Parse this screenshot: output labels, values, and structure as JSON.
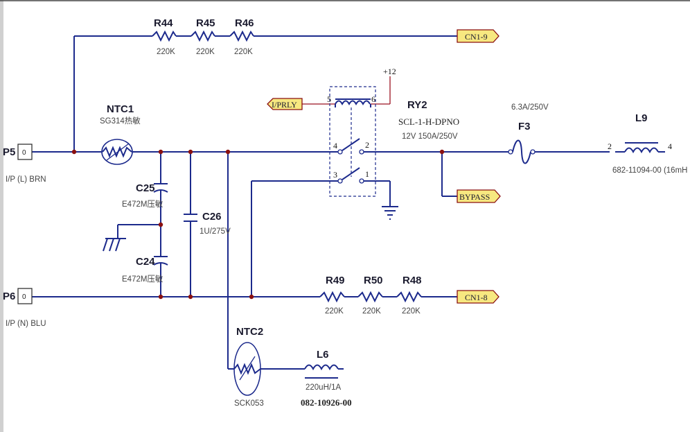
{
  "colors": {
    "wire": "#1c2a8c",
    "junction": "#8a1010",
    "flag_fill": "#f7e880",
    "text": "#222222"
  },
  "ports": {
    "p5": {
      "ref": "P5",
      "pin": "0",
      "desc": "I/P (L) BRN"
    },
    "p6": {
      "ref": "P6",
      "pin": "0",
      "desc": "I/P (N) BLU"
    }
  },
  "resistors": [
    {
      "ref": "R44",
      "value": "220K"
    },
    {
      "ref": "R45",
      "value": "220K"
    },
    {
      "ref": "R46",
      "value": "220K"
    },
    {
      "ref": "R49",
      "value": "220K"
    },
    {
      "ref": "R50",
      "value": "220K"
    },
    {
      "ref": "R48",
      "value": "220K"
    }
  ],
  "ntc1": {
    "ref": "NTC1",
    "value": "SG314热敏"
  },
  "ntc2": {
    "ref": "NTC2",
    "value": "SCK053"
  },
  "capacitors": {
    "c25": {
      "ref": "C25",
      "value": "E472M压敏"
    },
    "c24": {
      "ref": "C24",
      "value": "E472M压敏"
    },
    "c26": {
      "ref": "C26",
      "value": "1U/275V"
    }
  },
  "relay": {
    "ref": "RY2",
    "part": "SCL-1-H-DPNO",
    "rating": "12V 150A/250V",
    "supply": "+12",
    "pins": {
      "p5": "5",
      "p6": "6",
      "p4": "4",
      "p2": "2",
      "p3": "3",
      "p1": "1"
    }
  },
  "fuse": {
    "ref": "F3",
    "rating": "6.3A/250V"
  },
  "l9": {
    "ref": "L9",
    "part": "682-11094-00 (16mH",
    "pin_left": "2",
    "pin_right": "4"
  },
  "l6": {
    "ref": "L6",
    "value": "220uH/1A",
    "part": "082-10926-00"
  },
  "flags": {
    "cn1_9": "CN1-9",
    "cn1_8": "CN1-8",
    "iprly": "I/PRLY",
    "bypass": "BYPASS"
  }
}
